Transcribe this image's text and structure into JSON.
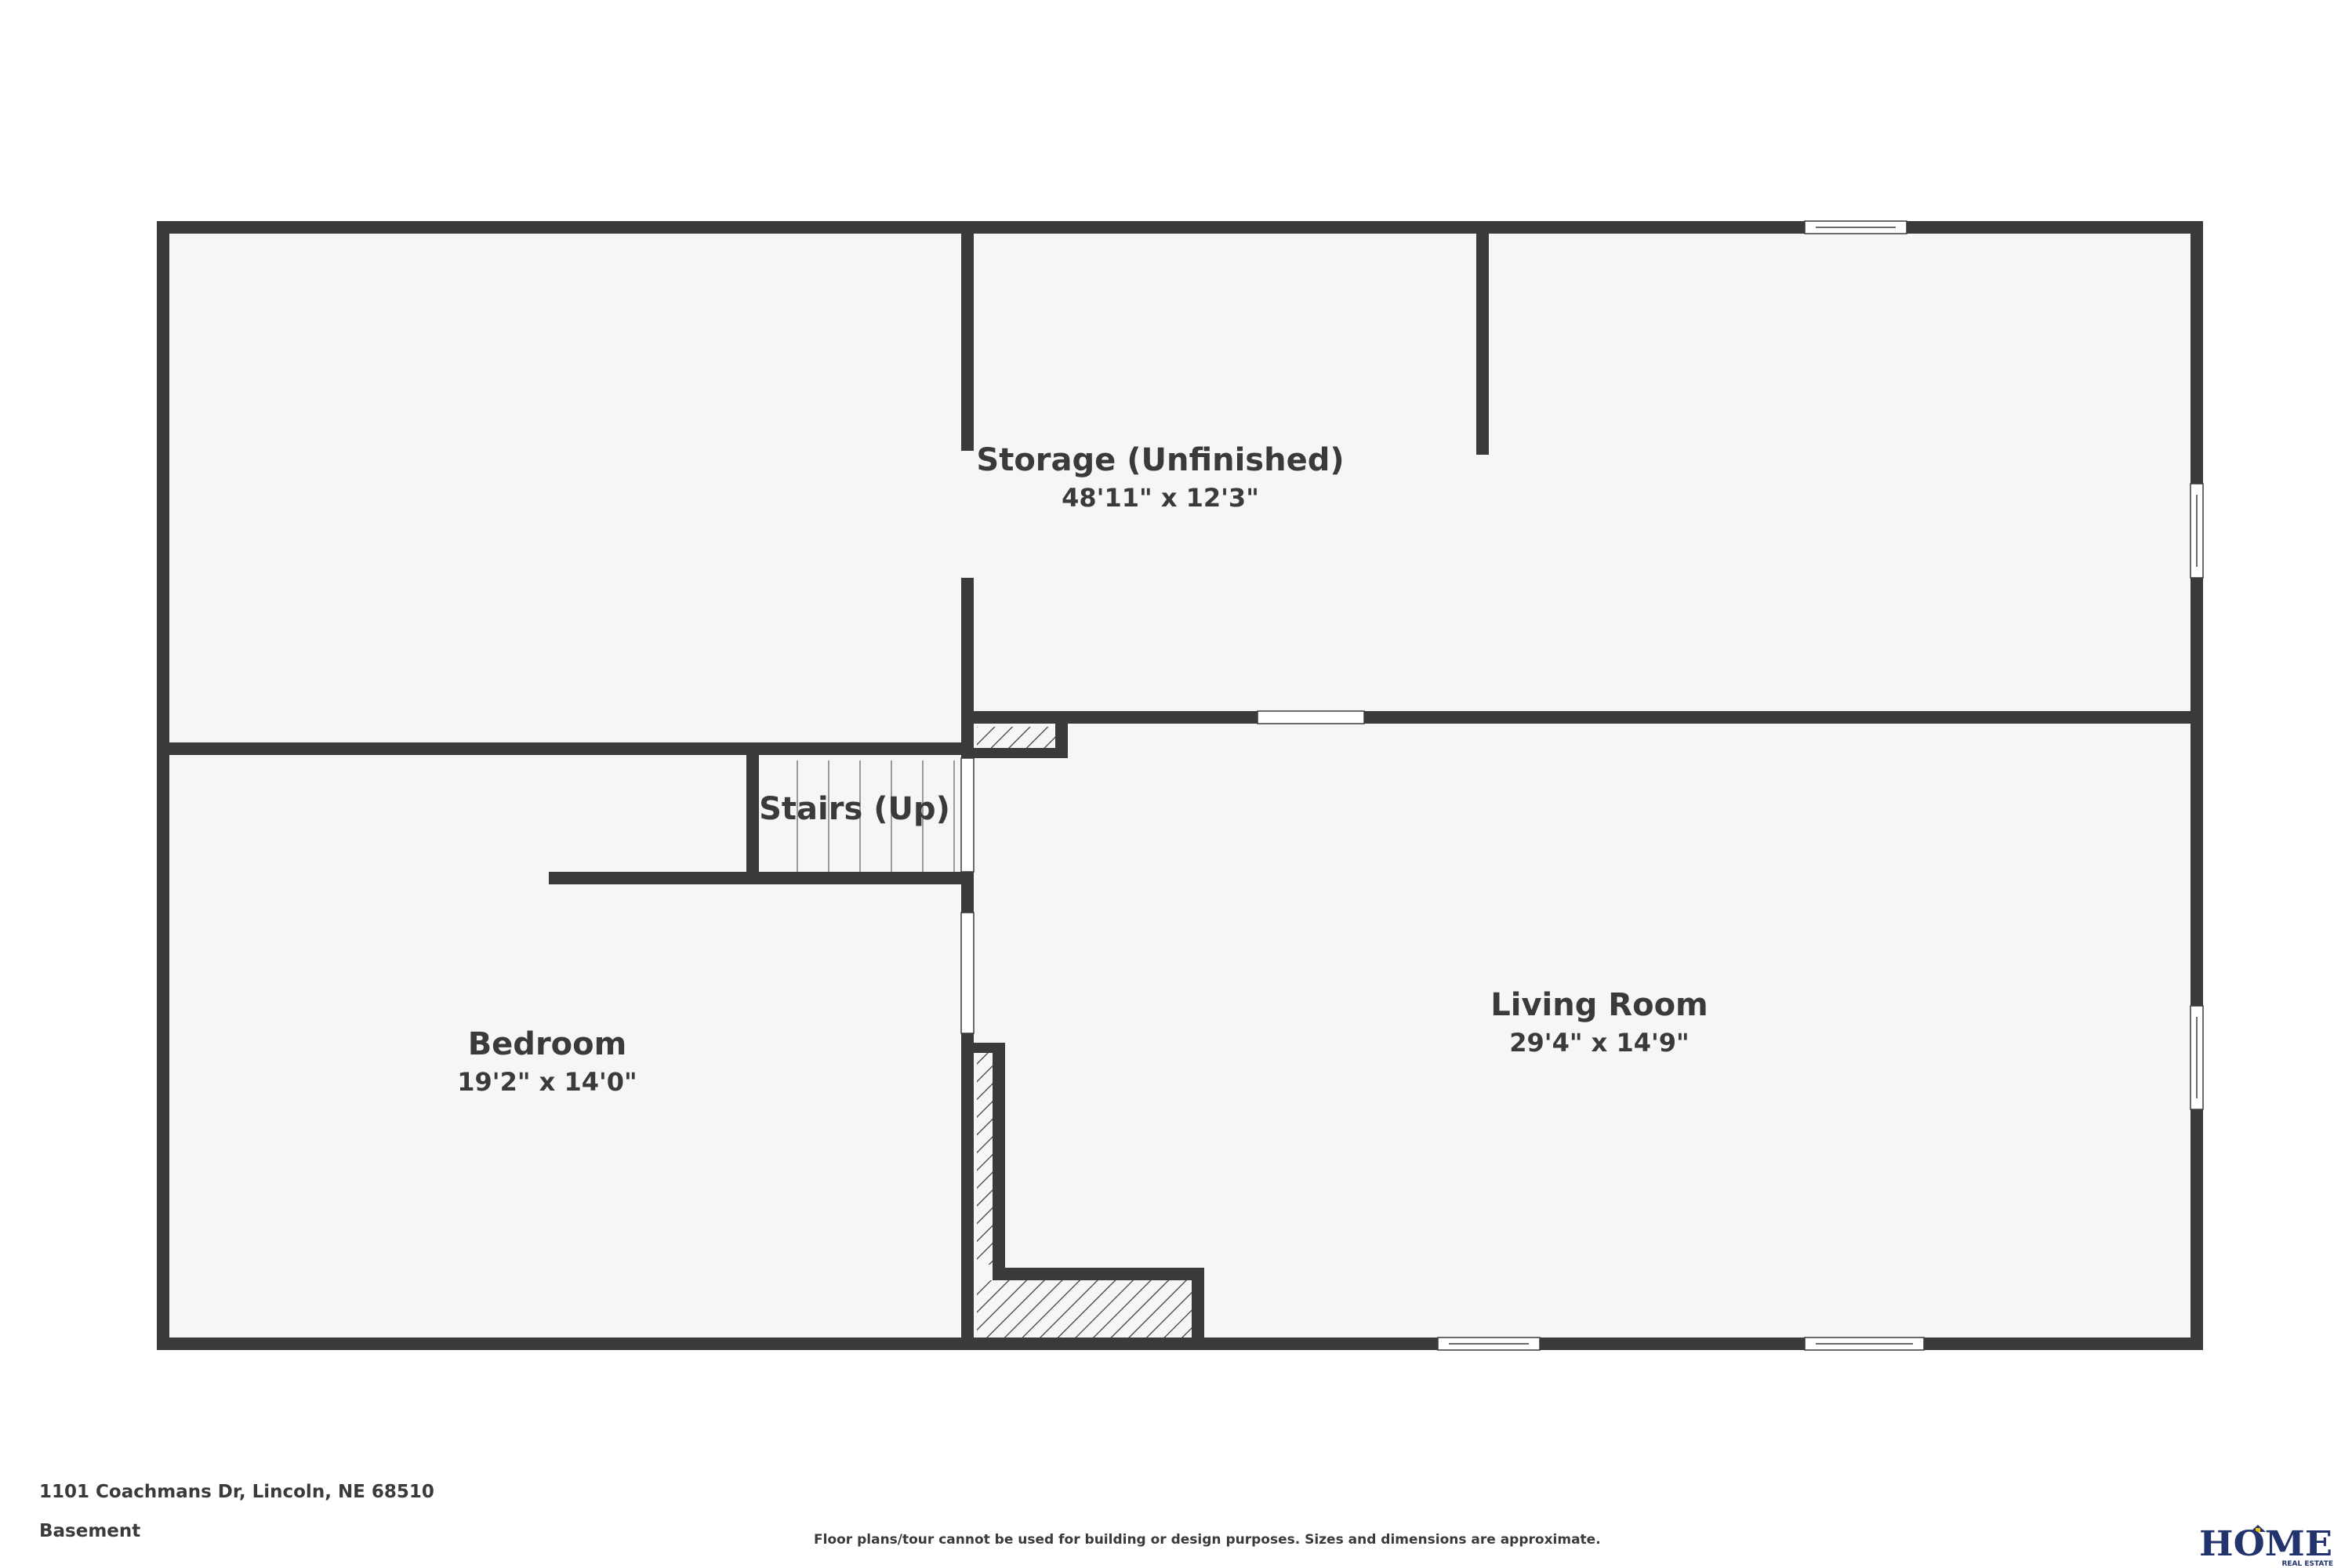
{
  "rooms": {
    "storage": {
      "name": "Storage (Unfinished)",
      "dims": "48'11\" x 12'3\""
    },
    "stairs": {
      "name": "Stairs (Up)"
    },
    "bedroom": {
      "name": "Bedroom",
      "dims": "19'2\" x 14'0\""
    },
    "living": {
      "name": "Living Room",
      "dims": "29'4\" x 14'9\""
    }
  },
  "footer": {
    "address": "1101 Coachmans Dr, Lincoln, NE 68510",
    "level": "Basement",
    "disclaimer": "Floor plans/tour cannot be used for building or design purposes. Sizes and dimensions are approximate."
  },
  "logo": {
    "word": "HOME",
    "sub": "REAL ESTATE",
    "icon": "house-roof-icon"
  },
  "colors": {
    "wall": "#3a3a3a",
    "floor": "#f6f6f6",
    "brand": "#23336e",
    "brand_accent": "#f2c500"
  }
}
